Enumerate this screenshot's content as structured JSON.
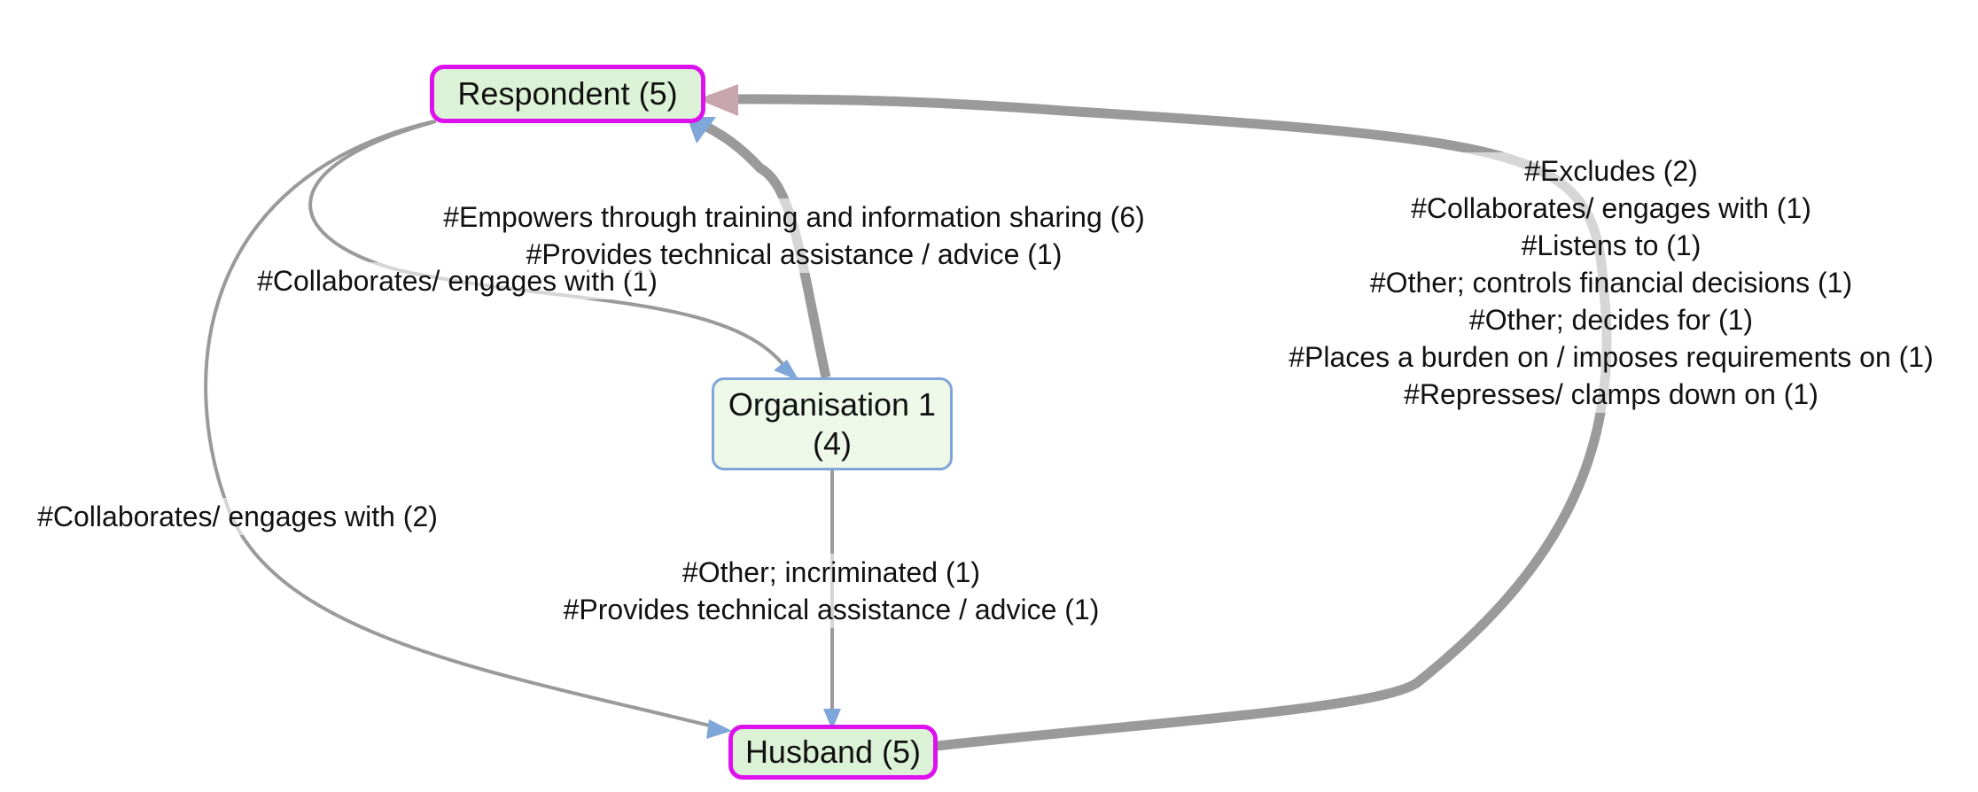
{
  "colors": {
    "edge": "#9a9a9a",
    "arrow_blue": "#7fa6d9",
    "arrow_pink": "#c8a6ad",
    "node_highlight_border": "#dd11ee",
    "node_fill": "#dcf2d6",
    "node_org_fill": "#eef8e8",
    "node_org_border": "#7fa6d9"
  },
  "nodes": {
    "respondent": {
      "label": "Respondent (5)"
    },
    "organisation": {
      "label_line1": "Organisation 1",
      "label_line2": "(4)"
    },
    "husband": {
      "label": "Husband (5)"
    }
  },
  "edges": {
    "respondent_to_organisation": {
      "labels": [
        "#Collaborates/ engages with (1)"
      ]
    },
    "organisation_to_respondent": {
      "labels": [
        "#Empowers through training and information sharing (6)",
        "#Provides technical assistance / advice (1)"
      ]
    },
    "respondent_to_husband": {
      "labels": [
        "#Collaborates/ engages with (2)"
      ]
    },
    "organisation_to_husband": {
      "labels": [
        "#Other; incriminated (1)",
        "#Provides technical assistance / advice (1)"
      ]
    },
    "husband_to_respondent": {
      "labels": [
        "#Excludes (2)",
        "#Collaborates/ engages with (1)",
        "#Listens to (1)",
        "#Other; controls financial decisions (1)",
        "#Other; decides for (1)",
        "#Places a burden on / imposes requirements on (1)",
        "#Represses/ clamps down on (1)"
      ]
    }
  }
}
